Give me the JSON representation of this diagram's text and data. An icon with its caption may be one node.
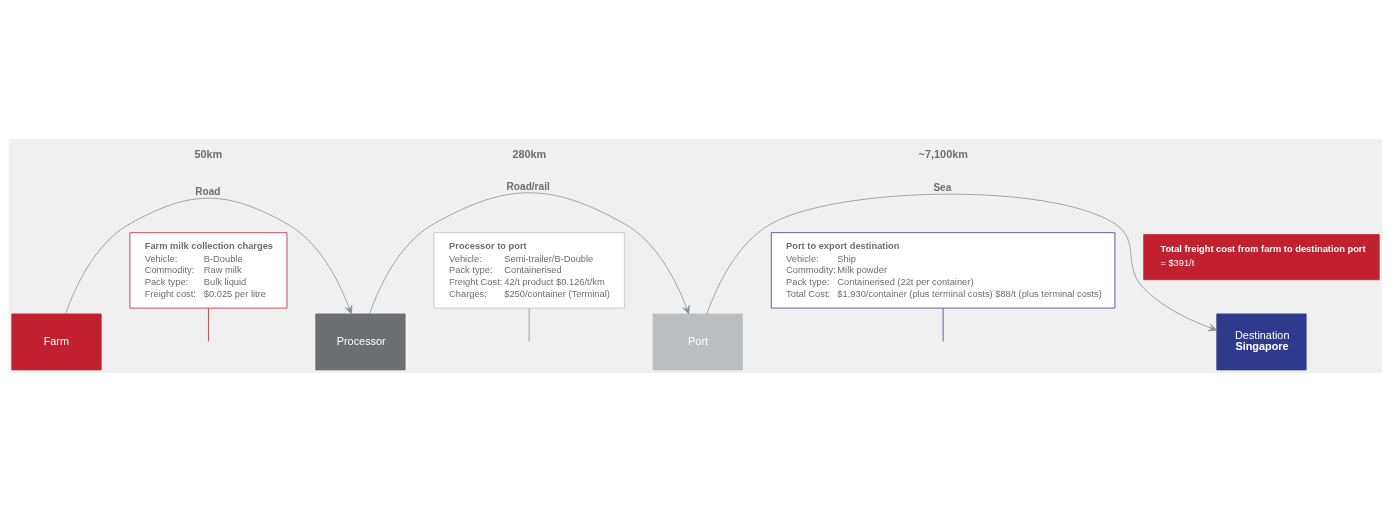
{
  "diagram": {
    "nodes": [
      {
        "text": [
          "Farm"
        ]
      },
      {
        "text": [
          "Processor"
        ]
      },
      {
        "text": [
          "Port"
        ]
      },
      {
        "text": [
          "Destination",
          "Singapore"
        ]
      },
      {
        "text": [
          "Processor to port",
          "Vehicle: Semi-trailer/B-Double",
          "Pack type: Containerised",
          "Freight Cost: 42/t product $0.126/t/km",
          "Charges: $250/container (Terminal)"
        ]
      },
      {
        "text": [
          "Farm milk collection charges",
          "Vehicle: B-Double",
          "Commodity: Raw milk",
          "Pack type: Bulk liquid",
          "Freight cost: $0.025 per litre"
        ]
      },
      {
        "text": [
          "Port to export destination",
          "Vehicle: Ship",
          "Commodity: Milk powder",
          "Pack type: Containerised (22t per container)",
          "Total Cost: $1,930/container (plus terminal costs) $88/t (plus terminal costs)"
        ]
      },
      {
        "text": [
          "Total freight cost from farm to destination port",
          "= $391/t"
        ]
      }
    ],
    "edges": [
      {
        "from": 0,
        "to": 1,
        "arrow": "to",
        "label": "Road"
      },
      {
        "from": 1,
        "to": 2,
        "arrow": "to",
        "label": "Road/rail"
      },
      {
        "from": 2,
        "to": 3,
        "arrow": "to",
        "label": "Sea"
      },
      {
        "from": 4,
        "to": null,
        "arrow": "none"
      },
      {
        "from": 5,
        "to": null,
        "arrow": "none",
        "color": "#c0202f"
      },
      {
        "from": 6,
        "to": null,
        "arrow": "none",
        "color": "#2e3a8c"
      }
    ],
    "labels": [
      "50km",
      "280km",
      "~7,100km"
    ]
  }
}
